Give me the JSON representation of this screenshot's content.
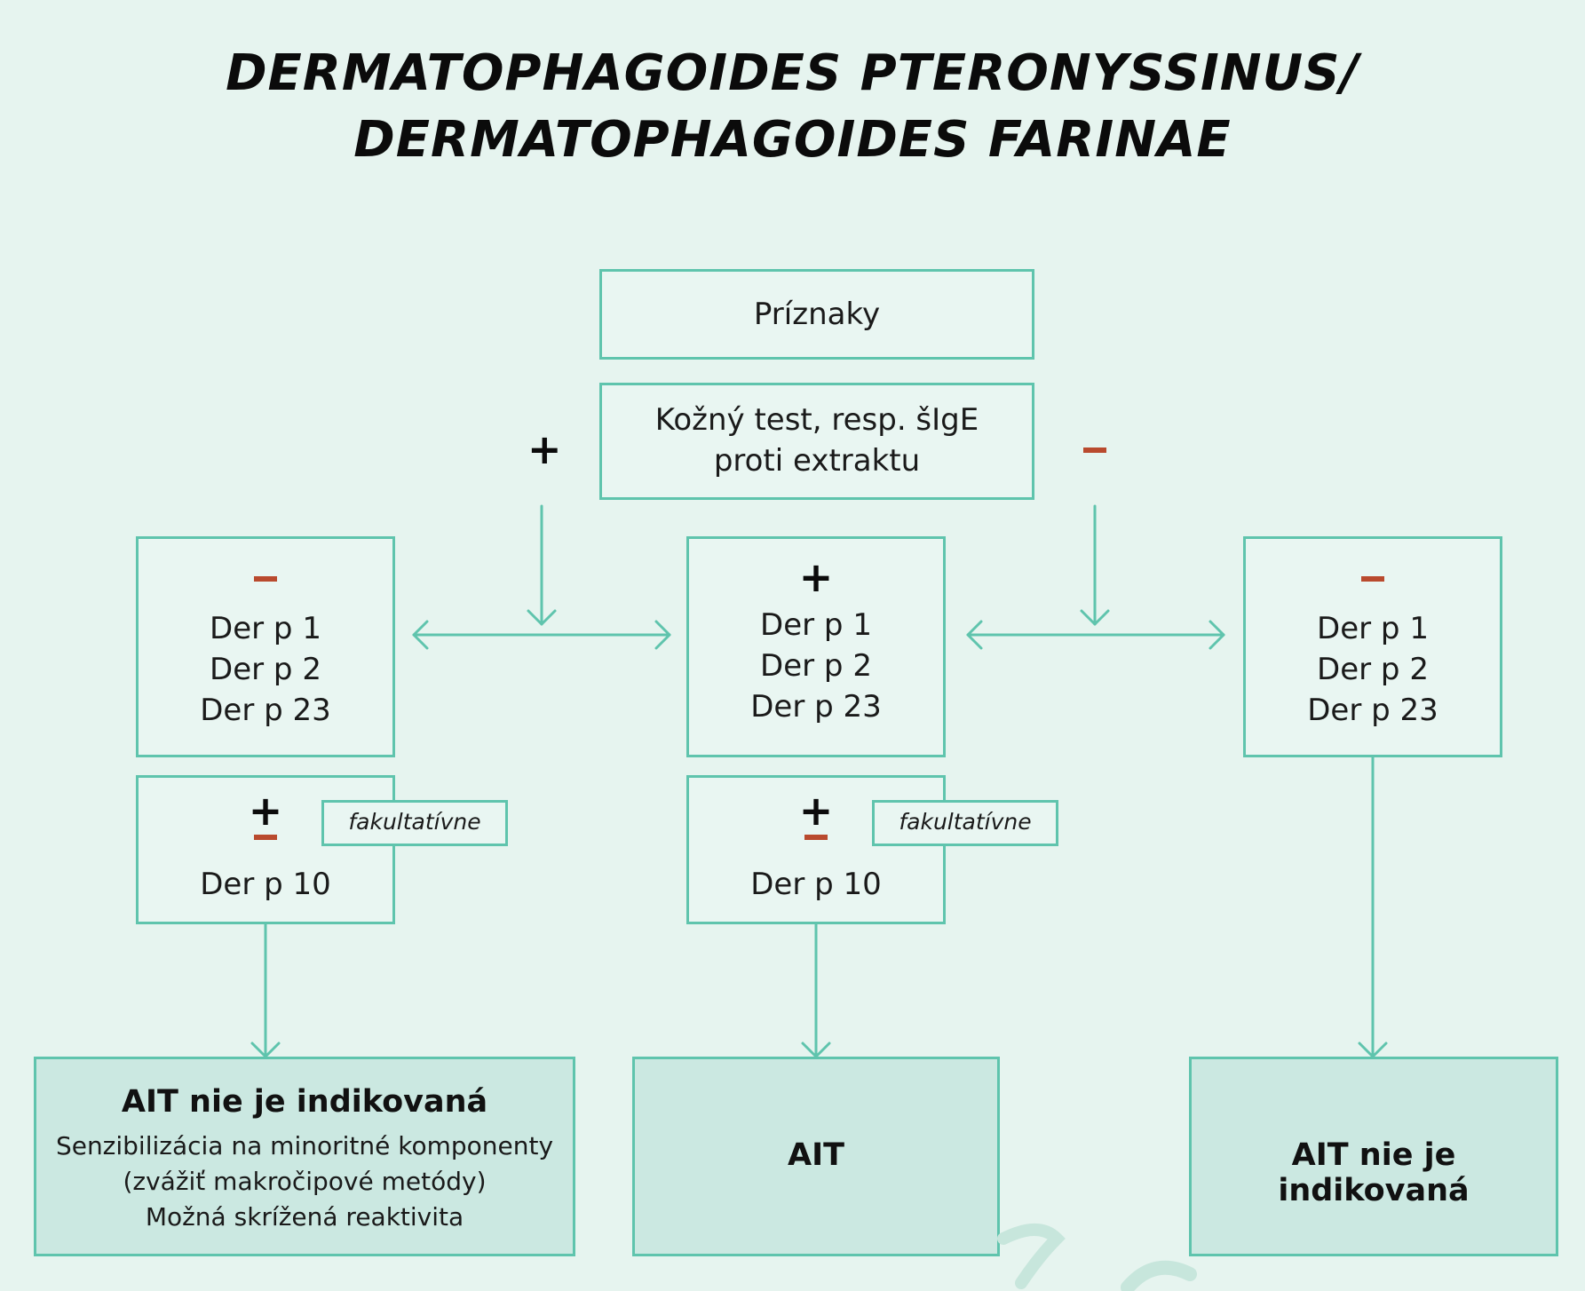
{
  "title": {
    "line1": "DERMATOPHAGOIDES PTERONYSSINUS/",
    "line2": "DERMATOPHAGOIDES FARINAE"
  },
  "nodes": {
    "symptoms": "Príznaky",
    "skin_test": [
      "Kožný test, resp. šIgE",
      "proti extraktu"
    ],
    "left_components": [
      "Der p 1",
      "Der p 2",
      "Der p 23"
    ],
    "center_components": [
      "Der p 1",
      "Der p 2",
      "Der p 23"
    ],
    "right_components": [
      "Der p 1",
      "Der p 2",
      "Der p 23"
    ],
    "left_der_p10": "Der p 10",
    "center_der_p10": "Der p 10",
    "optional_tag_left": "fakultatívne",
    "optional_tag_center": "fakultatívne"
  },
  "results": {
    "left": {
      "heading": "AIT nie je indikovaná",
      "lines": [
        "Senzibilizácia na minoritné komponenty",
        "(zvážiť makročipové metódy)",
        "Možná skrížená reaktivita"
      ]
    },
    "center": {
      "heading": "AIT"
    },
    "right": {
      "heading": "AIT nie je indikovaná"
    }
  },
  "signs": {
    "skin_positive": "+",
    "skin_negative": "−",
    "plus_glyph": "+",
    "minus_glyph": "−"
  },
  "colors": {
    "background": "#e6f4ef",
    "border": "#5fc4ad",
    "result_fill": "#cbe8e1",
    "minus": "#b94a2e",
    "text": "#111111"
  }
}
